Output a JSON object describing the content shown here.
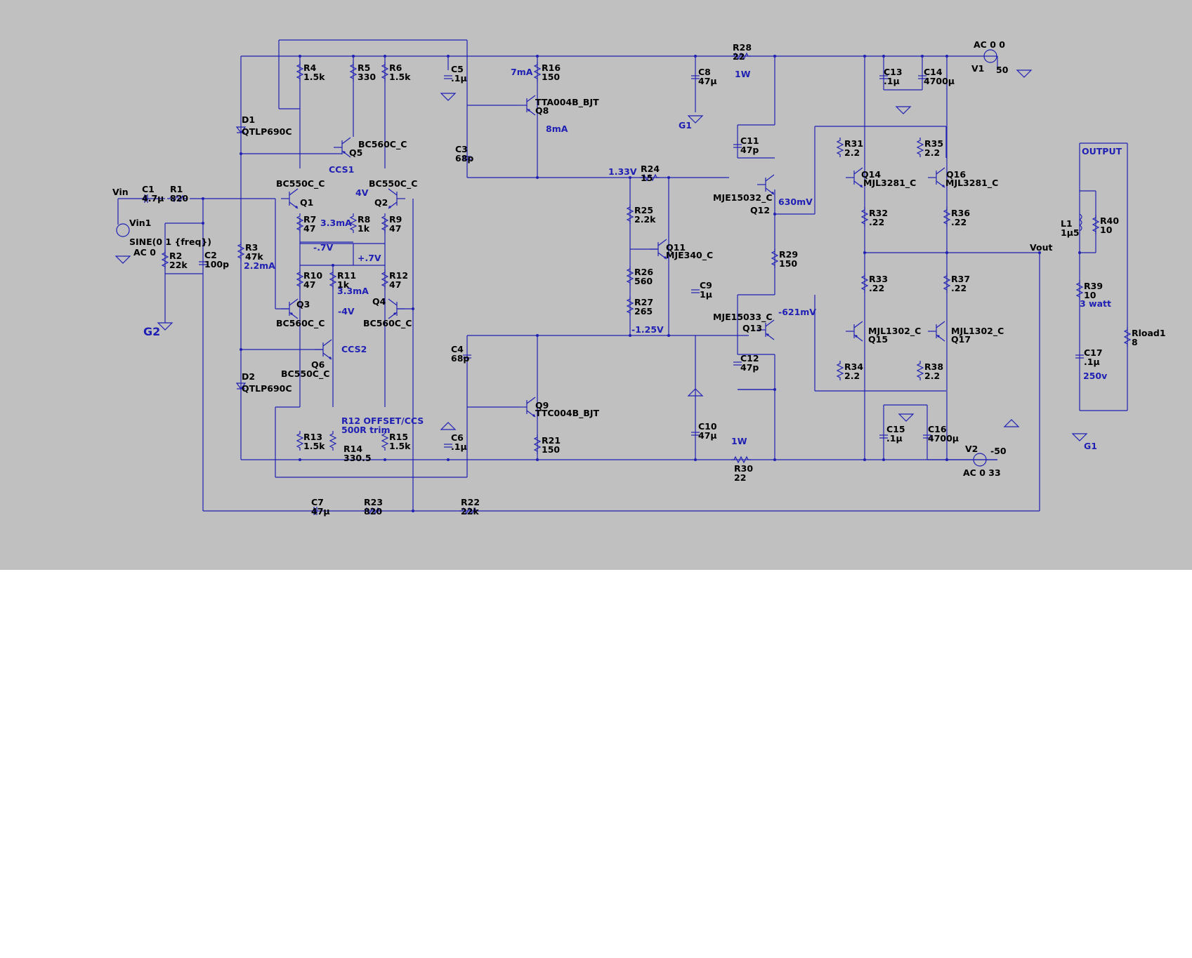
{
  "components": [
    {
      "ref": "Vin1",
      "value": "SINE(0 1 {freq})",
      "value2": "AC 0"
    },
    {
      "ref": "C1",
      "value": "4.7µ"
    },
    {
      "ref": "R1",
      "value": "820"
    },
    {
      "ref": "R2",
      "value": "22k"
    },
    {
      "ref": "C2",
      "value": "100p"
    },
    {
      "ref": "R3",
      "value": "47k"
    },
    {
      "ref": "D1",
      "value": "QTLP690C"
    },
    {
      "ref": "D2",
      "value": "QTLP690C"
    },
    {
      "ref": "R4",
      "value": "1.5k"
    },
    {
      "ref": "R5",
      "value": "330"
    },
    {
      "ref": "R6",
      "value": "1.5k"
    },
    {
      "ref": "C5",
      "value": ".1µ"
    },
    {
      "ref": "Q1",
      "value": "BC550C_C"
    },
    {
      "ref": "Q2",
      "value": "BC550C_C"
    },
    {
      "ref": "Q3",
      "value": "BC560C_C"
    },
    {
      "ref": "Q4",
      "value": "BC560C_C"
    },
    {
      "ref": "Q5",
      "value": "BC560C_C"
    },
    {
      "ref": "Q6",
      "value": "BC550C_C"
    },
    {
      "ref": "R7",
      "value": "47"
    },
    {
      "ref": "R8",
      "value": "1k"
    },
    {
      "ref": "R9",
      "value": "47"
    },
    {
      "ref": "R10",
      "value": "47"
    },
    {
      "ref": "R11",
      "value": "1k"
    },
    {
      "ref": "R12",
      "value": "47"
    },
    {
      "ref": "R13",
      "value": "1.5k"
    },
    {
      "ref": "R14",
      "value": "330.5"
    },
    {
      "ref": "R15",
      "value": "1.5k"
    },
    {
      "ref": "C6",
      "value": ".1µ"
    },
    {
      "ref": "C3",
      "value": "68p"
    },
    {
      "ref": "C4",
      "value": "68p"
    },
    {
      "ref": "R16",
      "value": "150"
    },
    {
      "ref": "Q8",
      "value": "TTA004B_BJT"
    },
    {
      "ref": "Q9",
      "value": "TTC004B_BJT"
    },
    {
      "ref": "R21",
      "value": "150"
    },
    {
      "ref": "C7",
      "value": "47µ"
    },
    {
      "ref": "R23",
      "value": "820"
    },
    {
      "ref": "R22",
      "value": "22k"
    },
    {
      "ref": "C8",
      "value": "47µ"
    },
    {
      "ref": "R24",
      "value": "15"
    },
    {
      "ref": "R25",
      "value": "2.2k"
    },
    {
      "ref": "R26",
      "value": "560"
    },
    {
      "ref": "R27",
      "value": "265"
    },
    {
      "ref": "Q11",
      "value": "MJE340_C"
    },
    {
      "ref": "C9",
      "value": "1µ"
    },
    {
      "ref": "C10",
      "value": "47µ"
    },
    {
      "ref": "R28",
      "value": "22"
    },
    {
      "ref": "R30",
      "value": "22"
    },
    {
      "ref": "C11",
      "value": "47p"
    },
    {
      "ref": "C12",
      "value": "47p"
    },
    {
      "ref": "Q12",
      "value": "MJE15032_C"
    },
    {
      "ref": "Q13",
      "value": "MJE15033_C"
    },
    {
      "ref": "R29",
      "value": "150"
    },
    {
      "ref": "R31",
      "value": "2.2"
    },
    {
      "ref": "R32",
      "value": ".22"
    },
    {
      "ref": "R33",
      "value": ".22"
    },
    {
      "ref": "R34",
      "value": "2.2"
    },
    {
      "ref": "R35",
      "value": "2.2"
    },
    {
      "ref": "R36",
      "value": ".22"
    },
    {
      "ref": "R37",
      "value": ".22"
    },
    {
      "ref": "R38",
      "value": "2.2"
    },
    {
      "ref": "Q14",
      "value": "MJL3281_C"
    },
    {
      "ref": "Q16",
      "value": "MJL3281_C"
    },
    {
      "ref": "Q15",
      "value": "MJL1302_C"
    },
    {
      "ref": "Q17",
      "value": "MJL1302_C"
    },
    {
      "ref": "C13",
      "value": ".1µ"
    },
    {
      "ref": "C14",
      "value": "4700µ"
    },
    {
      "ref": "C15",
      "value": ".1µ"
    },
    {
      "ref": "C16",
      "value": "4700µ"
    },
    {
      "ref": "V1",
      "value": "50",
      "value2": "AC 0 0"
    },
    {
      "ref": "V2",
      "value": "-50",
      "value2": "AC 0 33"
    },
    {
      "ref": "L1",
      "value": "1µ5"
    },
    {
      "ref": "R40",
      "value": "10"
    },
    {
      "ref": "R39",
      "value": "10"
    },
    {
      "ref": "C17",
      "value": ".1µ"
    },
    {
      "ref": "Rload1",
      "value": "8"
    }
  ],
  "nets": [
    "Vin",
    "Vout",
    "G1",
    "G2",
    "OUTPUT"
  ],
  "annotations": [
    "CCS1",
    "CCS2",
    "2.2mA",
    "3.3mA",
    "3.3mA",
    "4V",
    "-4V",
    "-.7V",
    "+.7V",
    "7mA",
    "8mA",
    "1.33V",
    "-1.25V",
    "630mV",
    "-621mV",
    "1W",
    "1W",
    "3 watt",
    "250v",
    "R12 OFFSET/CCS",
    "500R trim"
  ]
}
